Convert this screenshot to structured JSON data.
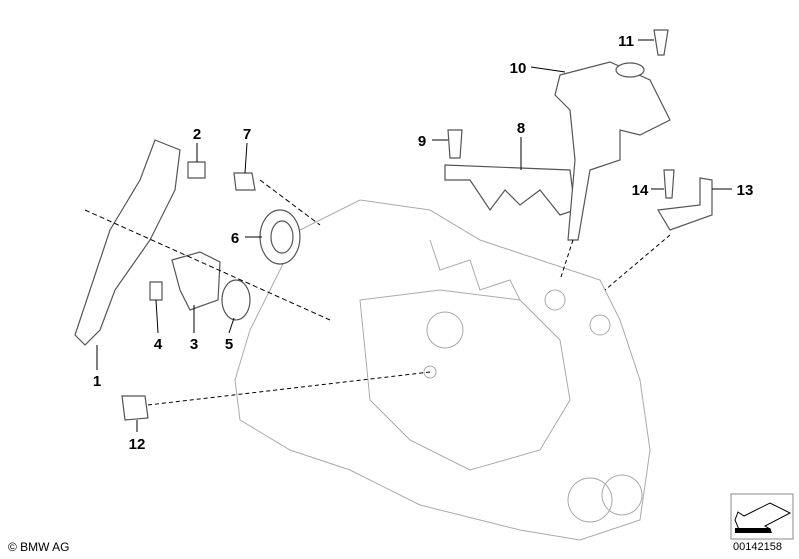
{
  "diagram": {
    "labels": [
      "1",
      "2",
      "3",
      "4",
      "5",
      "6",
      "7",
      "8",
      "9",
      "10",
      "11",
      "12",
      "13",
      "14"
    ]
  },
  "footer": {
    "copyright": "© BMW AG",
    "diagram_number": "00142158"
  }
}
